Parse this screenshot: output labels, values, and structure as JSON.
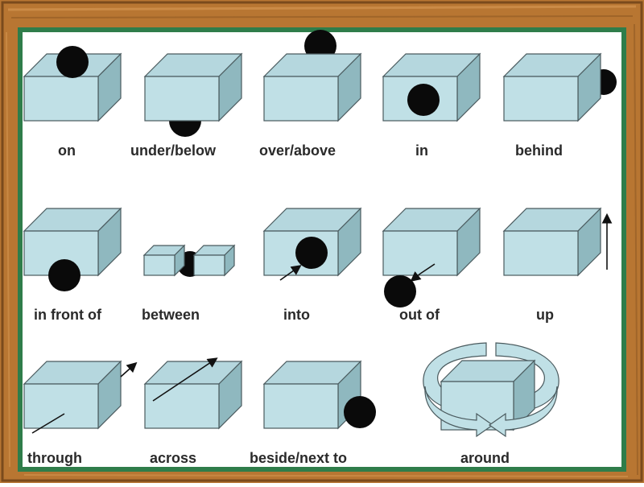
{
  "colors": {
    "frame": "#b87632",
    "frame_dark": "#7a4a1c",
    "frame_light": "#d89a55",
    "chalkboard_edge": "#2f7d4a",
    "cube_front": "#c0e0e6",
    "cube_top": "#b5d7de",
    "cube_side": "#8fb8bf",
    "cube_stroke": "#4a5a5e",
    "ball": "#0a0a0a",
    "arrow_band": "#c0e0e6"
  },
  "items": [
    {
      "id": "on",
      "label": "on"
    },
    {
      "id": "under",
      "label": "under/below"
    },
    {
      "id": "over",
      "label": "over/above"
    },
    {
      "id": "in",
      "label": "in"
    },
    {
      "id": "behind",
      "label": "behind"
    },
    {
      "id": "infront",
      "label": "in front of"
    },
    {
      "id": "between",
      "label": "between"
    },
    {
      "id": "into",
      "label": "into"
    },
    {
      "id": "outof",
      "label": "out of"
    },
    {
      "id": "up",
      "label": "up"
    },
    {
      "id": "through",
      "label": "through"
    },
    {
      "id": "across",
      "label": "across"
    },
    {
      "id": "beside",
      "label": "beside/next to"
    },
    {
      "id": "around",
      "label": "around"
    }
  ]
}
